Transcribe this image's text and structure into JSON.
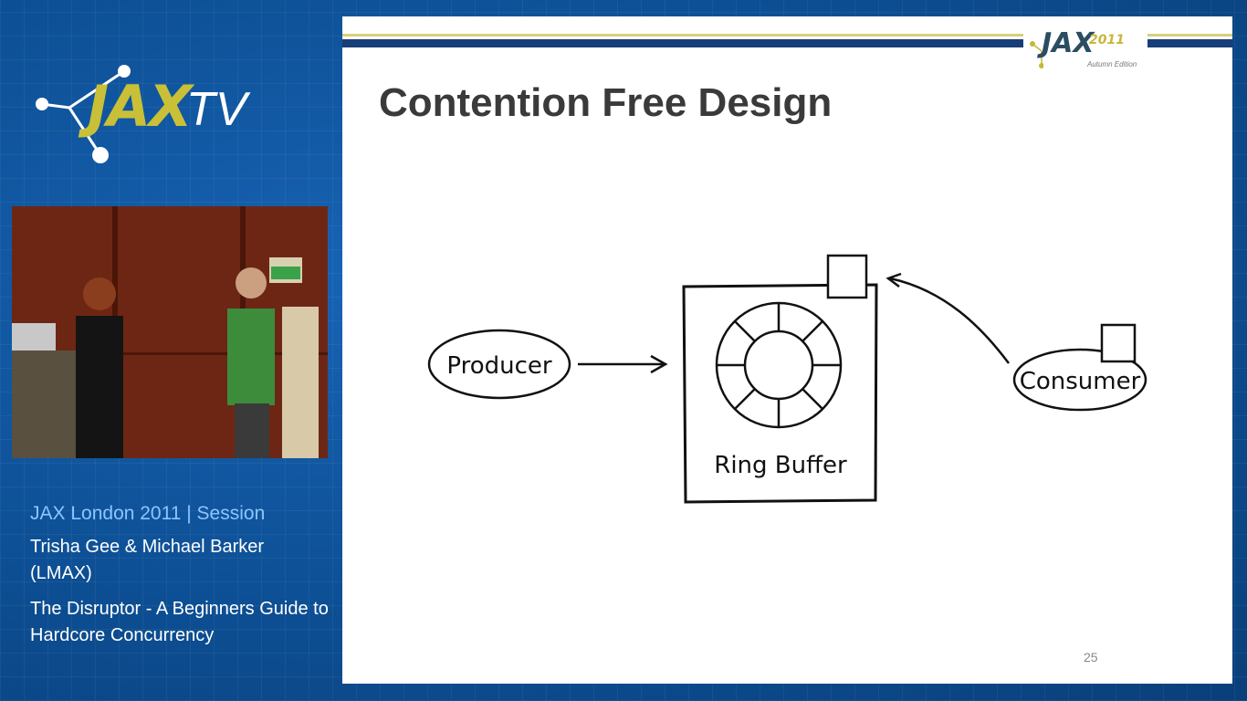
{
  "brand": {
    "logo_text": "JAX",
    "logo_suffix": "TV"
  },
  "video": {
    "exit_sign": "exit-sign"
  },
  "info": {
    "session": "JAX London 2011 | Session",
    "speakers": "Trisha Gee & Michael Barker (LMAX)",
    "talk_title": "The Disruptor - A Beginners Guide to Hardcore Concurrency"
  },
  "slide": {
    "title": "Contention Free Design",
    "logo_text": "JAX",
    "logo_year": "2011",
    "logo_edition": "Autumn Edition",
    "page_number": "25",
    "diagram": {
      "producer": "Producer",
      "ring_buffer": "Ring Buffer",
      "consumer": "Consumer"
    }
  },
  "colors": {
    "background": "#0d4f94",
    "accent_gold": "#c9c038",
    "slide_stripe": "#173e78",
    "session_text": "#8cc5ff"
  }
}
